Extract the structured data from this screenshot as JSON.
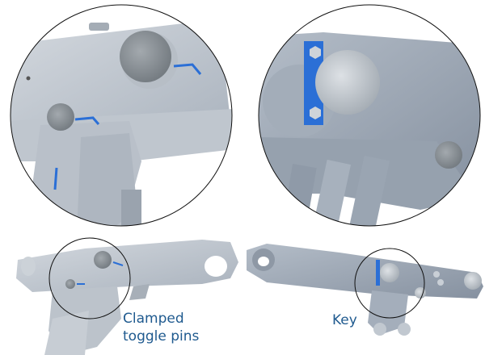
{
  "figure": {
    "background": "#ffffff",
    "callout_color": "#1f5a8f",
    "accent_blue": "#2b6fd6",
    "metal_light": "#c4cad2",
    "metal_dark": "#8e98a5",
    "outline_color": "#111111"
  },
  "panels": {
    "left_detail": {
      "description": "Close-up: clamped toggle pins with blue retaining wire"
    },
    "right_detail": {
      "description": "Close-up: key plate with two hex bolts securing pin"
    },
    "left_assembly": {
      "description": "Lever assembly overview with highlighted pin region"
    },
    "right_assembly": {
      "description": "Lever assembly overview with highlighted key region"
    }
  },
  "labels": {
    "clamped_toggle_pins": "Clamped\ntoggle pins",
    "key": "Key"
  }
}
